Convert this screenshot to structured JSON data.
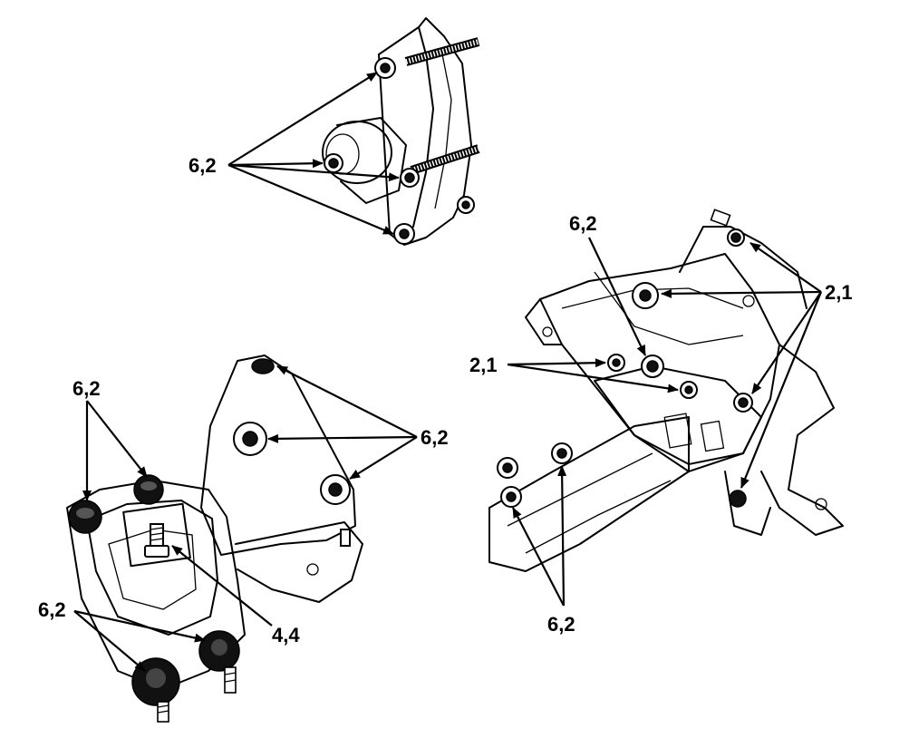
{
  "labels": {
    "top_left": "6,2",
    "left_top": "6,2",
    "left_right": "6,2",
    "left_bottom": "6,2",
    "left_center": "4,4",
    "right_top": "6,2",
    "right_right": "2,1",
    "right_left": "2,1",
    "right_bottom": "6,2"
  }
}
